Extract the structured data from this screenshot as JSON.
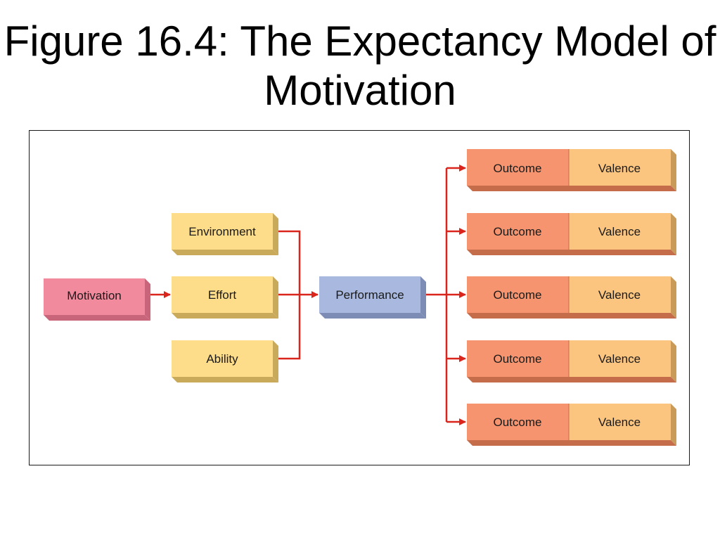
{
  "title": "Figure 16.4: The Expectancy Model of Motivation",
  "nodes": {
    "motivation": "Motivation",
    "environment": "Environment",
    "effort": "Effort",
    "ability": "Ability",
    "performance": "Performance",
    "outcomes": [
      {
        "outcome": "Outcome",
        "valence": "Valence"
      },
      {
        "outcome": "Outcome",
        "valence": "Valence"
      },
      {
        "outcome": "Outcome",
        "valence": "Valence"
      },
      {
        "outcome": "Outcome",
        "valence": "Valence"
      },
      {
        "outcome": "Outcome",
        "valence": "Valence"
      }
    ]
  },
  "colors": {
    "motivation": "#f08a9c",
    "motivation_side": "#c9657a",
    "factor": "#fddc8a",
    "factor_side": "#c9a95a",
    "performance": "#a8b8de",
    "performance_side": "#7d8cb4",
    "outcome": "#f5946e",
    "outcome_side": "#c56c4b",
    "valence": "#fcc57f",
    "valence_side": "#c99a58",
    "arrow": "#d9251c"
  }
}
